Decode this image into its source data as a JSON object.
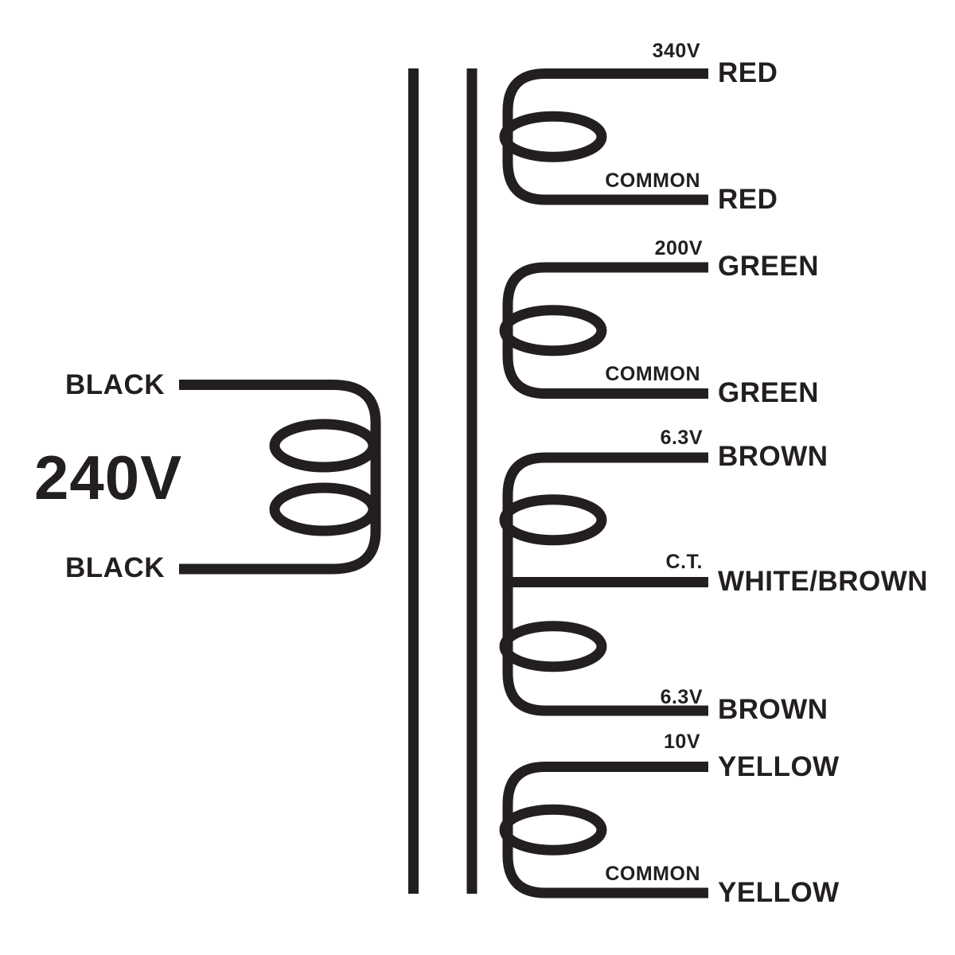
{
  "colors": {
    "ink": "#231f20",
    "background": "#ffffff"
  },
  "primary": {
    "voltage_label": "240V",
    "leads": [
      {
        "wire": "BLACK"
      },
      {
        "wire": "BLACK"
      }
    ]
  },
  "secondaries": [
    {
      "taps": [
        {
          "label": "340V",
          "wire": "RED"
        },
        {
          "label": "COMMON",
          "wire": "RED"
        }
      ]
    },
    {
      "taps": [
        {
          "label": "200V",
          "wire": "GREEN"
        },
        {
          "label": "COMMON",
          "wire": "GREEN"
        }
      ]
    },
    {
      "taps": [
        {
          "label": "6.3V",
          "wire": "BROWN"
        },
        {
          "label": "C.T.",
          "wire": "WHITE/BROWN"
        },
        {
          "label": "6.3V",
          "wire": "BROWN"
        }
      ]
    },
    {
      "taps": [
        {
          "label": "10V",
          "wire": "YELLOW"
        },
        {
          "label": "COMMON",
          "wire": "YELLOW"
        }
      ]
    }
  ]
}
